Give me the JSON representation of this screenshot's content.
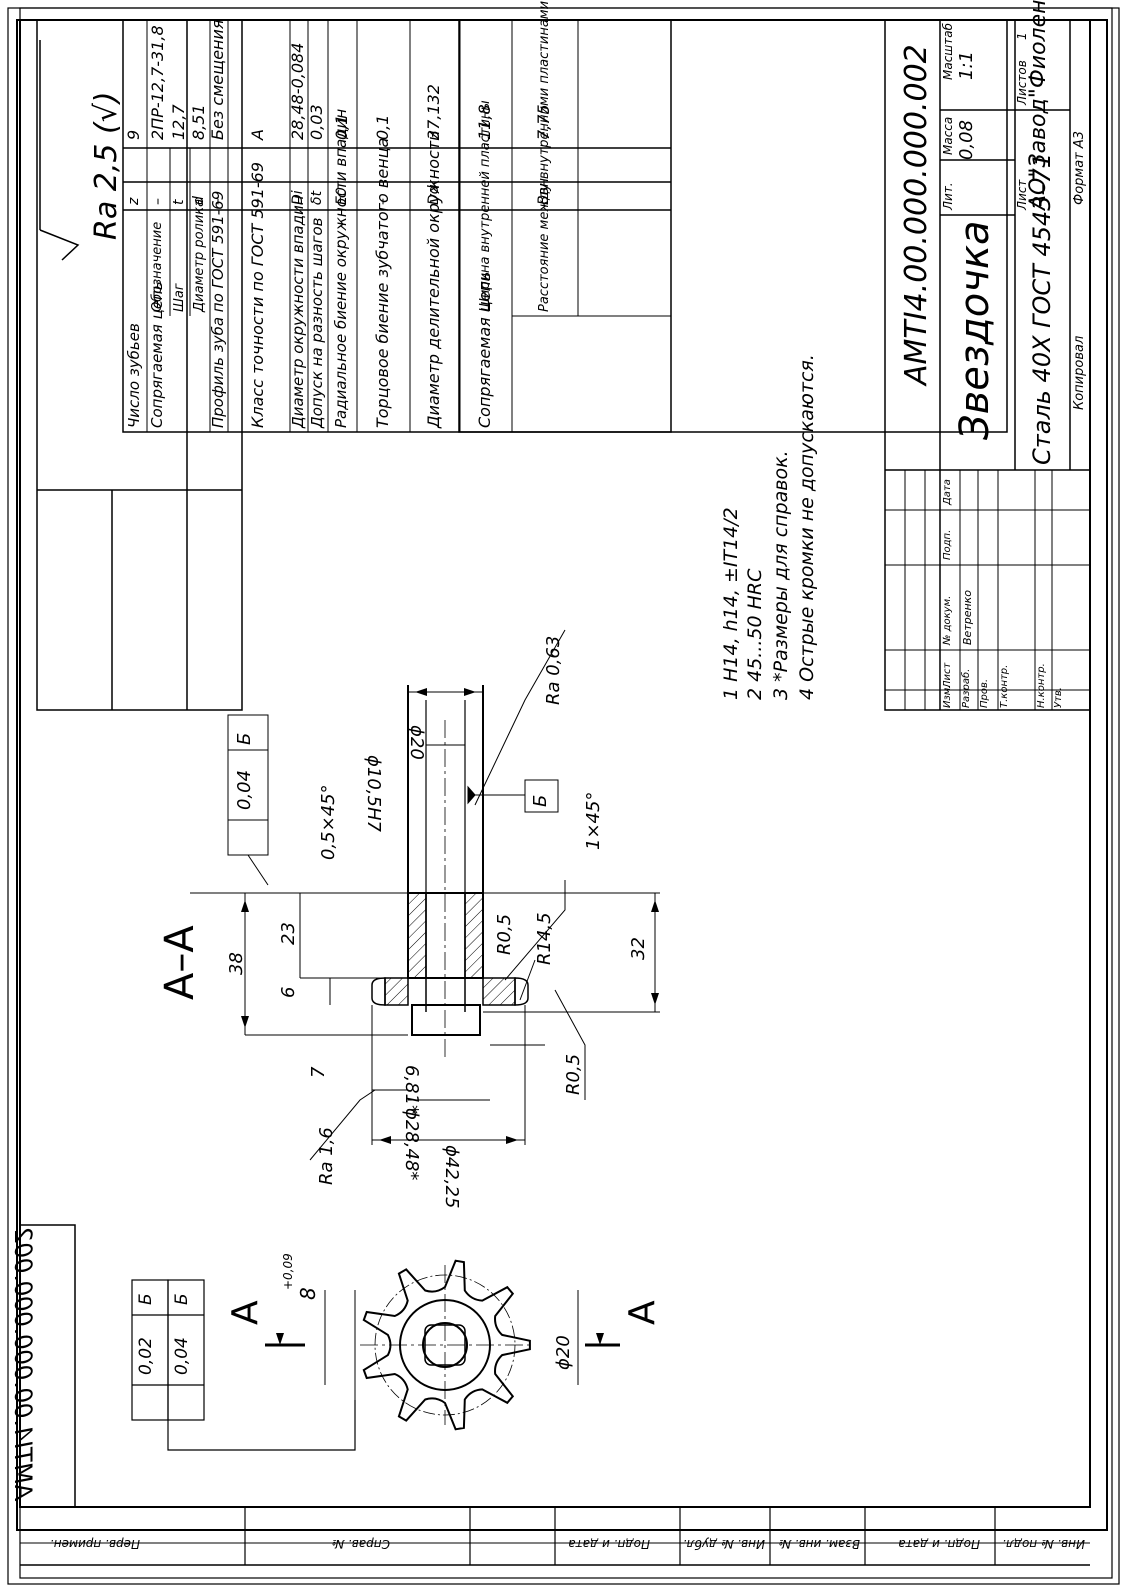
{
  "roughness_general": "Ra 2,5 (√)",
  "section_label": "А–А",
  "cut_label": "А",
  "doc_code": "АМТI4.00.000.000.002",
  "part_name": "Звездочка",
  "material": "Сталь 40Х ГОСТ 4543–71",
  "company": "АО\"Завод\"Фиолент\"",
  "format_label": "Формат А3",
  "copied_label": "Копировал",
  "mass": "0,08",
  "scale": "1:1",
  "sheet_label": "Лист",
  "sheets_label": "Листов",
  "sheets_count": "1",
  "lit_label": "Лит.",
  "mass_label": "Масса",
  "scale_label": "Масштаб",
  "stamp_labels": [
    "Изм.",
    "Лист",
    "№ докум.",
    "Подп.",
    "Дата",
    "Разраб.",
    "Пров.",
    "Т.контр.",
    "Н.контр.",
    "Утв."
  ],
  "developer": "Ветренко",
  "notes": [
    "1 Н14, h14, ±IT14/2",
    "2 45...50 HRC",
    "3 *Размеры для справок.",
    "4 Острые кромки не допускаются."
  ],
  "param_table": [
    {
      "name": "Число зубьев",
      "sub": "",
      "sym": "z",
      "val": "9"
    },
    {
      "name": "Сопрягаемая цепь",
      "sub": "Обозначение",
      "sym": "–",
      "val": "2ПР-12,7-31,8"
    },
    {
      "name": "",
      "sub": "Шаг",
      "sym": "t",
      "val": "12,7"
    },
    {
      "name": "",
      "sub": "Диаметр ролика",
      "sym": "d",
      "val": "8,51"
    },
    {
      "name": "Профиль зуба по ГОСТ 591-69",
      "sub": "",
      "sym": "–",
      "val": "Без смещения"
    },
    {
      "name": "Класс точности по ГОСТ 591-69",
      "sub": "",
      "sym": "–",
      "val": "А"
    },
    {
      "name": "Диаметр окружности впадин",
      "sub": "",
      "sym": "Di",
      "val": "28,48-0,084"
    },
    {
      "name": "Допуск на разность шагов",
      "sub": "",
      "sym": "δt",
      "val": "0,03"
    },
    {
      "name": "Радиальное биение окружности впадин",
      "sub": "",
      "sym": "E0",
      "val": "0,1"
    },
    {
      "name": "Торцовое биение зубчатого венца",
      "sub": "",
      "sym": "–",
      "val": "0,1"
    },
    {
      "name": "Диаметр делительной окружности",
      "sub": "",
      "sym": "Dd",
      "val": "37,132"
    },
    {
      "name": "Сопрягаемая цепь",
      "sub": "Ширина внутренней пластины",
      "sym": "",
      "val": "11,8"
    },
    {
      "name": "",
      "sub": "Расстояние между внутренними пластинами",
      "sym": "Bвн",
      "val": "7,75"
    }
  ],
  "dims": {
    "d20_top": "ϕ20",
    "d10": "ϕ10,5H7",
    "ra063": "Ra 0,63",
    "chamfer_05": "0,5×45°",
    "chamfer_1": "1×45°",
    "tol_runout": "0,04",
    "datum_b": "Б",
    "d38": "38",
    "d23": "23",
    "d6": "6",
    "d7": "7",
    "d32": "32",
    "r05a": "R0,5",
    "r145": "R14,5",
    "r05b": "R0,5",
    "d681": "6,81*",
    "d2848": "ϕ28,48*",
    "d4225": "ϕ42,25",
    "ra16": "Ra 1,6",
    "d8": "8",
    "d8tol": "+0,09",
    "d20_bottom": "ϕ20",
    "tol_parallel": "0,02",
    "tol_sym": "0,04"
  },
  "side_labels": [
    "Перв. примен.",
    "Справ. №"
  ],
  "bottom_labels": [
    "Подп. и дата",
    "Инв. № дубл.",
    "Взам. инв. №",
    "Подп. и дата",
    "Инв. № подл."
  ]
}
